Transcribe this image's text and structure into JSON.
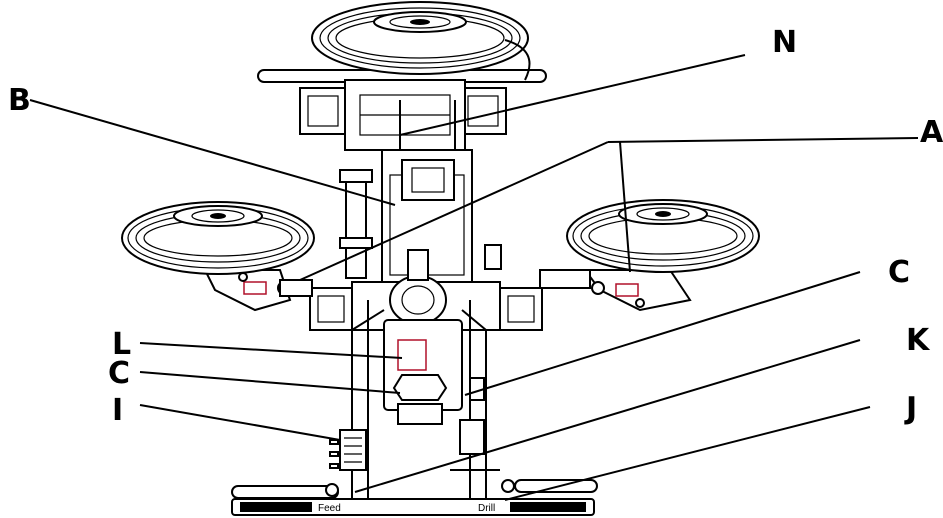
{
  "callouts": {
    "N": "N",
    "B": "B",
    "A": "A",
    "C_right": "C",
    "L": "L",
    "K": "K",
    "C_left": "C",
    "I": "I",
    "J": "J"
  },
  "bar_labels": {
    "feed": "Feed",
    "drill": "Drill"
  },
  "colors": {
    "ink": "#000000",
    "accent": "#b0102a",
    "background": "#ffffff"
  }
}
